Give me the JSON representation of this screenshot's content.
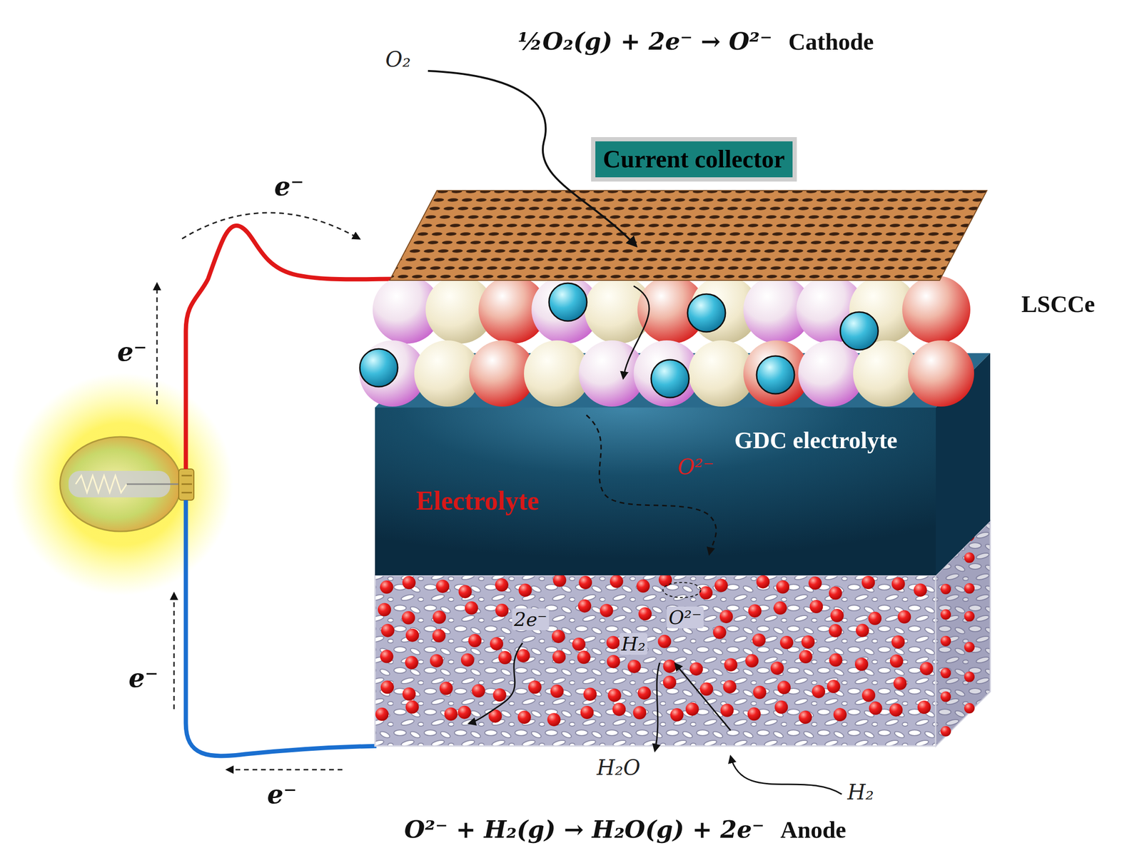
{
  "diagram": {
    "nodes": [
      {
        "text": [
          "Current collector"
        ]
      },
      {
        "text": [
          "LSCCe"
        ]
      },
      {
        "text": [
          "GDC electrolyte",
          "Electrolyte",
          "O²⁻"
        ]
      },
      {
        "text": [
          "2e⁻",
          "O²⁻",
          "H₂"
        ]
      }
    ],
    "labels": [
      "O₂",
      "½O₂(g) + 2e⁻ → O²⁻",
      "Cathode",
      "e⁻",
      "e⁻",
      "e⁻",
      "e⁻",
      "H₂O",
      "H₂",
      "O²⁻ + H₂(g) → H₂O(g) + 2e⁻",
      "Anode"
    ]
  }
}
